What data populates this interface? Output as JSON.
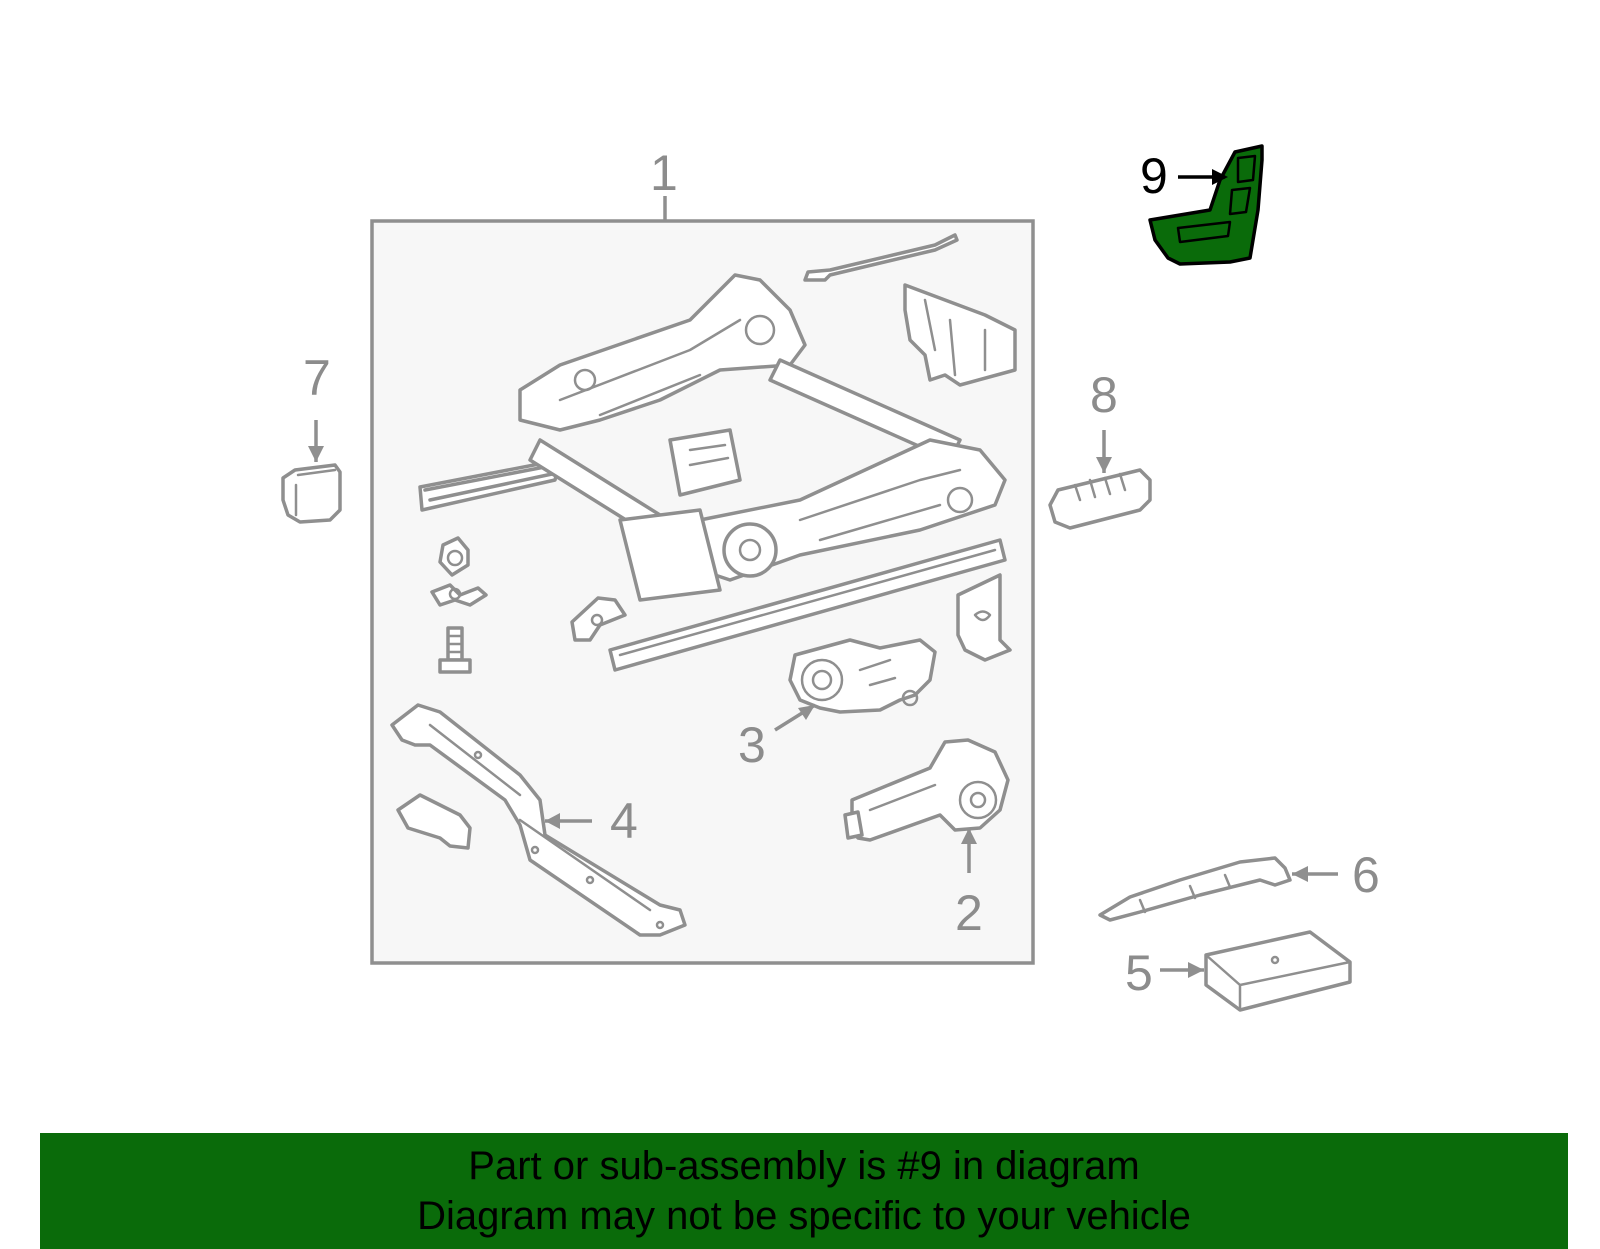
{
  "diagram": {
    "callouts": [
      {
        "number": "1"
      },
      {
        "number": "2"
      },
      {
        "number": "3"
      },
      {
        "number": "4"
      },
      {
        "number": "5"
      },
      {
        "number": "6"
      },
      {
        "number": "7"
      },
      {
        "number": "8"
      },
      {
        "number": "9"
      }
    ],
    "highlighted_part": "9",
    "colors": {
      "part_outline": "#8f8f8f",
      "assembly_box_fill": "#f7f7f7",
      "highlight_fill": "#0a6b0a",
      "highlight_outline": "#000000",
      "banner_background": "#0a6b0a",
      "banner_text": "#000000"
    }
  },
  "banner": {
    "line1": "Part or sub-assembly is #9 in diagram",
    "line2": "Diagram may not be specific to your vehicle"
  }
}
